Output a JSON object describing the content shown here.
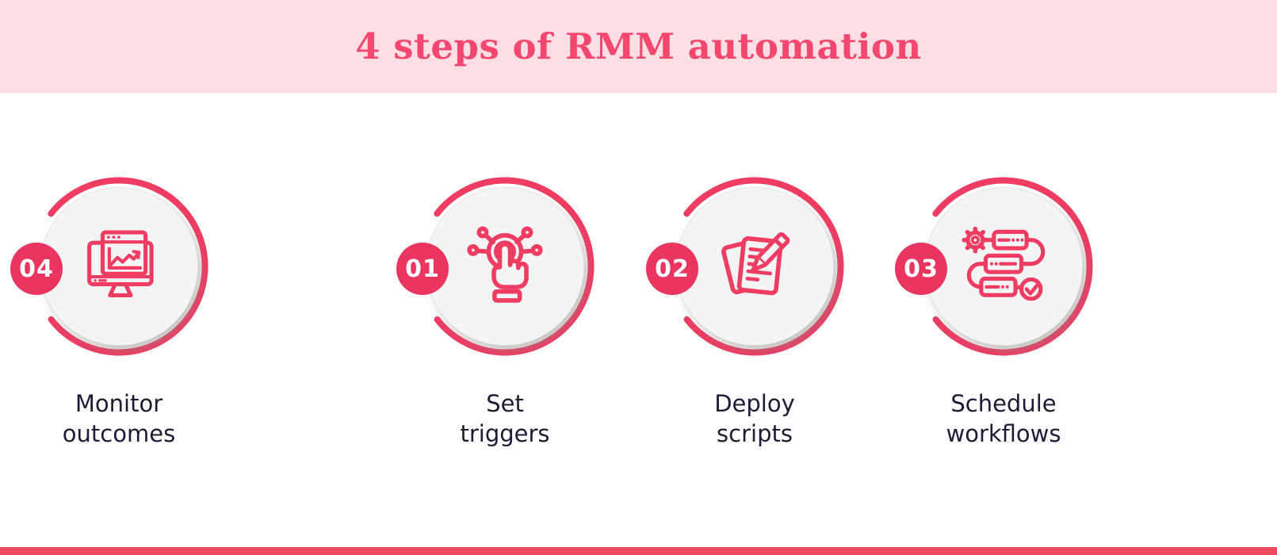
{
  "title": "4 steps of RMM automation",
  "colors": {
    "accent": "#ee3c63",
    "badge": "#ea3560",
    "header_background": "#fcdee4",
    "title_text": "#f4476f",
    "label_text": "#211a35",
    "circle_fill": "#f5f4f4",
    "footer_bar": "#ee4a63",
    "page_background": "#fefefe"
  },
  "steps": [
    {
      "number": "01",
      "label": "Set triggers",
      "lines": [
        "Set",
        "triggers"
      ],
      "icon": "touch-trigger-icon"
    },
    {
      "number": "02",
      "label": "Deploy scripts",
      "lines": [
        "Deploy",
        "scripts"
      ],
      "icon": "document-pencil-icon"
    },
    {
      "number": "03",
      "label": "Schedule workflows",
      "lines": [
        "Schedule",
        "workflows"
      ],
      "icon": "workflow-gear-icon"
    },
    {
      "number": "04",
      "label": "Monitor outcomes",
      "lines": [
        "Monitor",
        "outcomes"
      ],
      "icon": "monitor-chart-icon"
    }
  ]
}
